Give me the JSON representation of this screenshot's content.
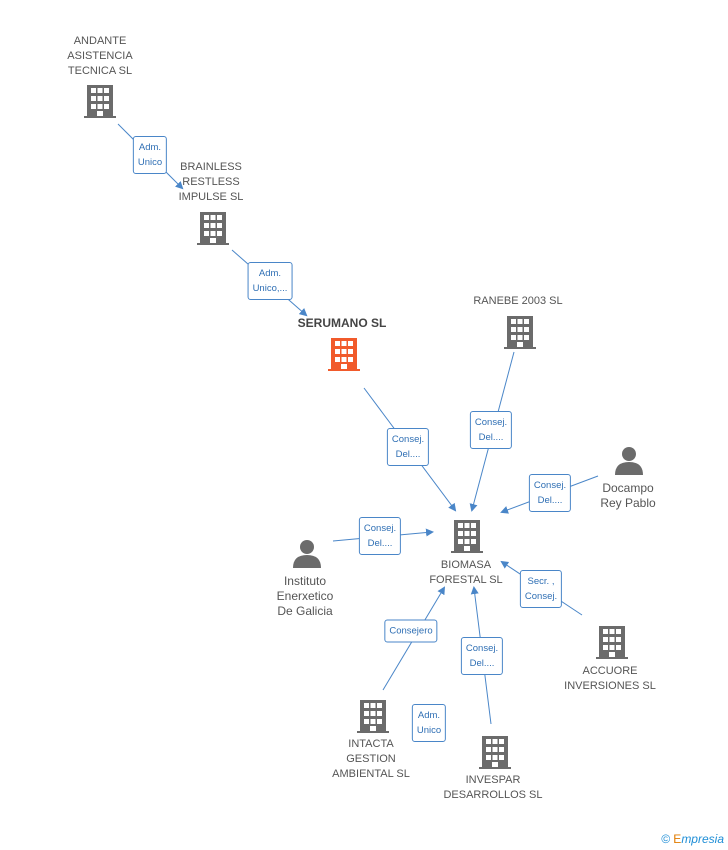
{
  "colors": {
    "edge": "#4a86c8",
    "building": "#666666",
    "main": "#f15a2b",
    "person": "#666666"
  },
  "nodes": {
    "andante": {
      "label": "ANDANTE\nASISTENCIA\nTECNICA SL"
    },
    "brainless": {
      "label": "BRAINLESS\nRESTLESS\nIMPULSE SL"
    },
    "serumano": {
      "label": "SERUMANO SL"
    },
    "ranebe": {
      "label": "RANEBE 2003 SL"
    },
    "docampo": {
      "label": "Docampo\nRey Pablo"
    },
    "biomasa": {
      "label": "BIOMASA\nFORESTAL SL"
    },
    "instituto": {
      "label": "Instituto\nEnerxetico\nDe Galicia"
    },
    "accuore": {
      "label": "ACCUORE\nINVERSIONES SL"
    },
    "intacta": {
      "label": "INTACTA\nGESTION\nAMBIENTAL SL"
    },
    "invespar": {
      "label": "INVESPAR\nDESARROLLOS SL"
    }
  },
  "edges": {
    "andante_brainless": "Adm.\nUnico",
    "brainless_serumano": "Adm.\nUnico,...",
    "serumano_biomasa": "Consej.\nDel....",
    "ranebe_biomasa": "Consej.\nDel....",
    "docampo_biomasa": "Consej.\nDel....",
    "instituto_biomasa": "Consej.\nDel....",
    "accuore_biomasa": "Secr. ,\nConsej.",
    "intacta_biomasa": "Consejero",
    "invespar_biomasa": "Consej.\nDel....",
    "intacta_extra": "Adm.\nUnico"
  },
  "brand": {
    "copyright": "©",
    "name": "mpresia",
    "initial": "E"
  }
}
